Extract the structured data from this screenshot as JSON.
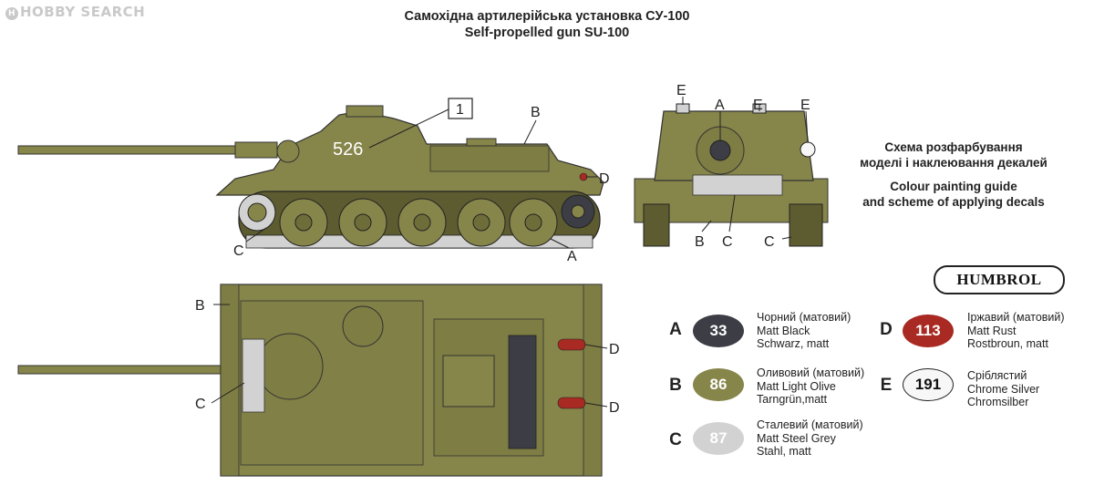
{
  "watermark": "HOBBY SEARCH",
  "title_ua": "Самохідна артилерійська установка СУ-100",
  "title_en": "Self-propelled gun SU-100",
  "side_text_ua": [
    "Схема розфарбування",
    "моделі і наклеювання декалей"
  ],
  "side_text_en": [
    "Colour painting guide",
    "and scheme of applying decals"
  ],
  "brand": "HUMBROL",
  "decal_number": "526",
  "decal_callout": "1",
  "colors": {
    "olive": "#86854a",
    "olive_dark": "#5d5c31",
    "black": "#3c3d45",
    "rust": "#a82a22",
    "silver": "#f7f7f7",
    "steel": "#d2d2d2"
  },
  "callouts": {
    "side": {
      "b": "B",
      "d": "D",
      "c": "C",
      "a": "A"
    },
    "rear": {
      "e1": "E",
      "a": "A",
      "e2": "E",
      "e3": "E",
      "b": "B",
      "c1": "C",
      "c2": "C"
    },
    "top": {
      "b": "B",
      "c": "C",
      "d1": "D",
      "d2": "D"
    }
  },
  "paints": [
    {
      "letter": "A",
      "code": "33",
      "color": "#3c3d45",
      "text_color": "#ffffff",
      "lines": [
        "Чорний (матовий)",
        "Matt Black",
        "Schwarz, matt"
      ]
    },
    {
      "letter": "B",
      "code": "86",
      "color": "#86854a",
      "text_color": "#ffffff",
      "lines": [
        "Оливовий (матовий)",
        "Matt Light Olive",
        "Tarngrün,matt"
      ]
    },
    {
      "letter": "C",
      "code": "87",
      "color": "#d2d2d2",
      "text_color": "#ffffff",
      "lines": [
        "Сталевий (матовий)",
        "Matt Steel Grey",
        "Stahl, matt"
      ]
    },
    {
      "letter": "D",
      "code": "113",
      "color": "#a82a22",
      "text_color": "#ffffff",
      "lines": [
        "Іржавий (матовий)",
        "Matt Rust",
        "Rostbroun, matt"
      ]
    },
    {
      "letter": "E",
      "code": "191",
      "color": "#f7f7f7",
      "text_color": "#111111",
      "lines": [
        "Сріблястий",
        "Chrome Silver",
        "Chromsilber"
      ]
    }
  ]
}
